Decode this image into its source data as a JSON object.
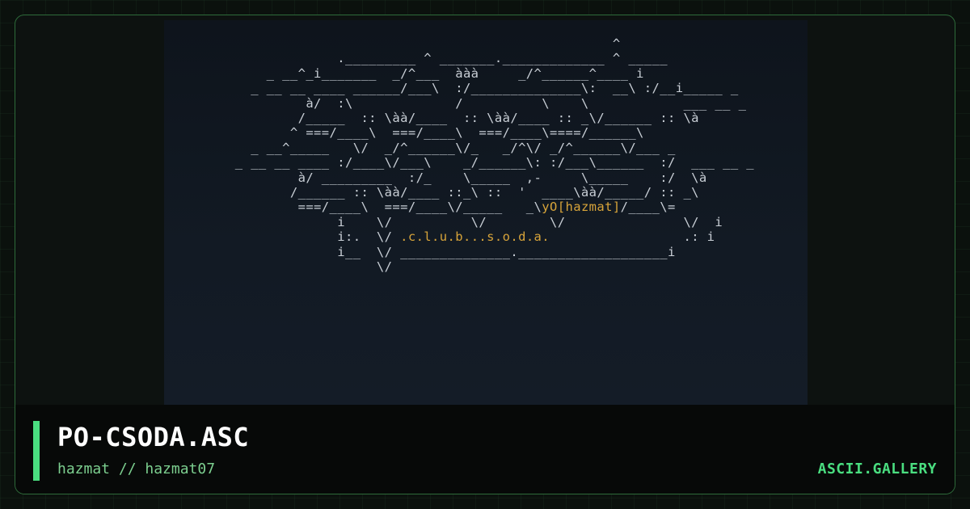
{
  "card": {
    "title": "PO-CSODA.ASC",
    "subtitle": "hazmat // hazmat07",
    "brand": "ASCII.GALLERY"
  },
  "art": {
    "line1": "                                                 ^",
    "line2": "              ._________ ^ _______._____________ ^ _____",
    "line3": "     _ __^_i_______  _/^___  ààà     _/^______^____ i",
    "line4": "   _ __ __ ____ ______/___\\  :/______________\\:  __\\ :/__i_____ _",
    "line5": "          à/  :\\             /          \\    \\            ___ __ _",
    "line6": "         /_____  :: \\àà/____  :: \\àà/____ :: _\\/______ :: \\à",
    "line7": "        ^ ===/____\\  ===/____\\  ===/____\\====/______\\",
    "line8": "   _ __^_____   \\/  _/^______\\/_   _/^\\/ _/^______\\/___ _",
    "line9": " _ __ __ ____ :/____\\/___\\    _/______\\: :/___\\______  :/  ___ __ _",
    "line10": "         à/ _________  :/_    \\_____  ,-     \\_____    :/  \\à",
    "line11": "        /______ :: \\àà/____ ::_\\ ::  '  ____\\àà/_____/ :: _\\",
    "line12": "         ===/____\\  ===/____\\/_____   _\\",
    "line12_tag": "yO[hazmat]",
    "line12_end": "/____\\=",
    "line13": "              i    \\/          \\/        \\/               \\/  i",
    "line14_pre": "              i:.  \\/ ",
    "line14_tag": ".c.l.u.b...s.o.d.a.",
    "line14_post": "                 .: i",
    "line15": "              i__  \\/ ______________.___________________i",
    "line16": "                   \\/"
  }
}
